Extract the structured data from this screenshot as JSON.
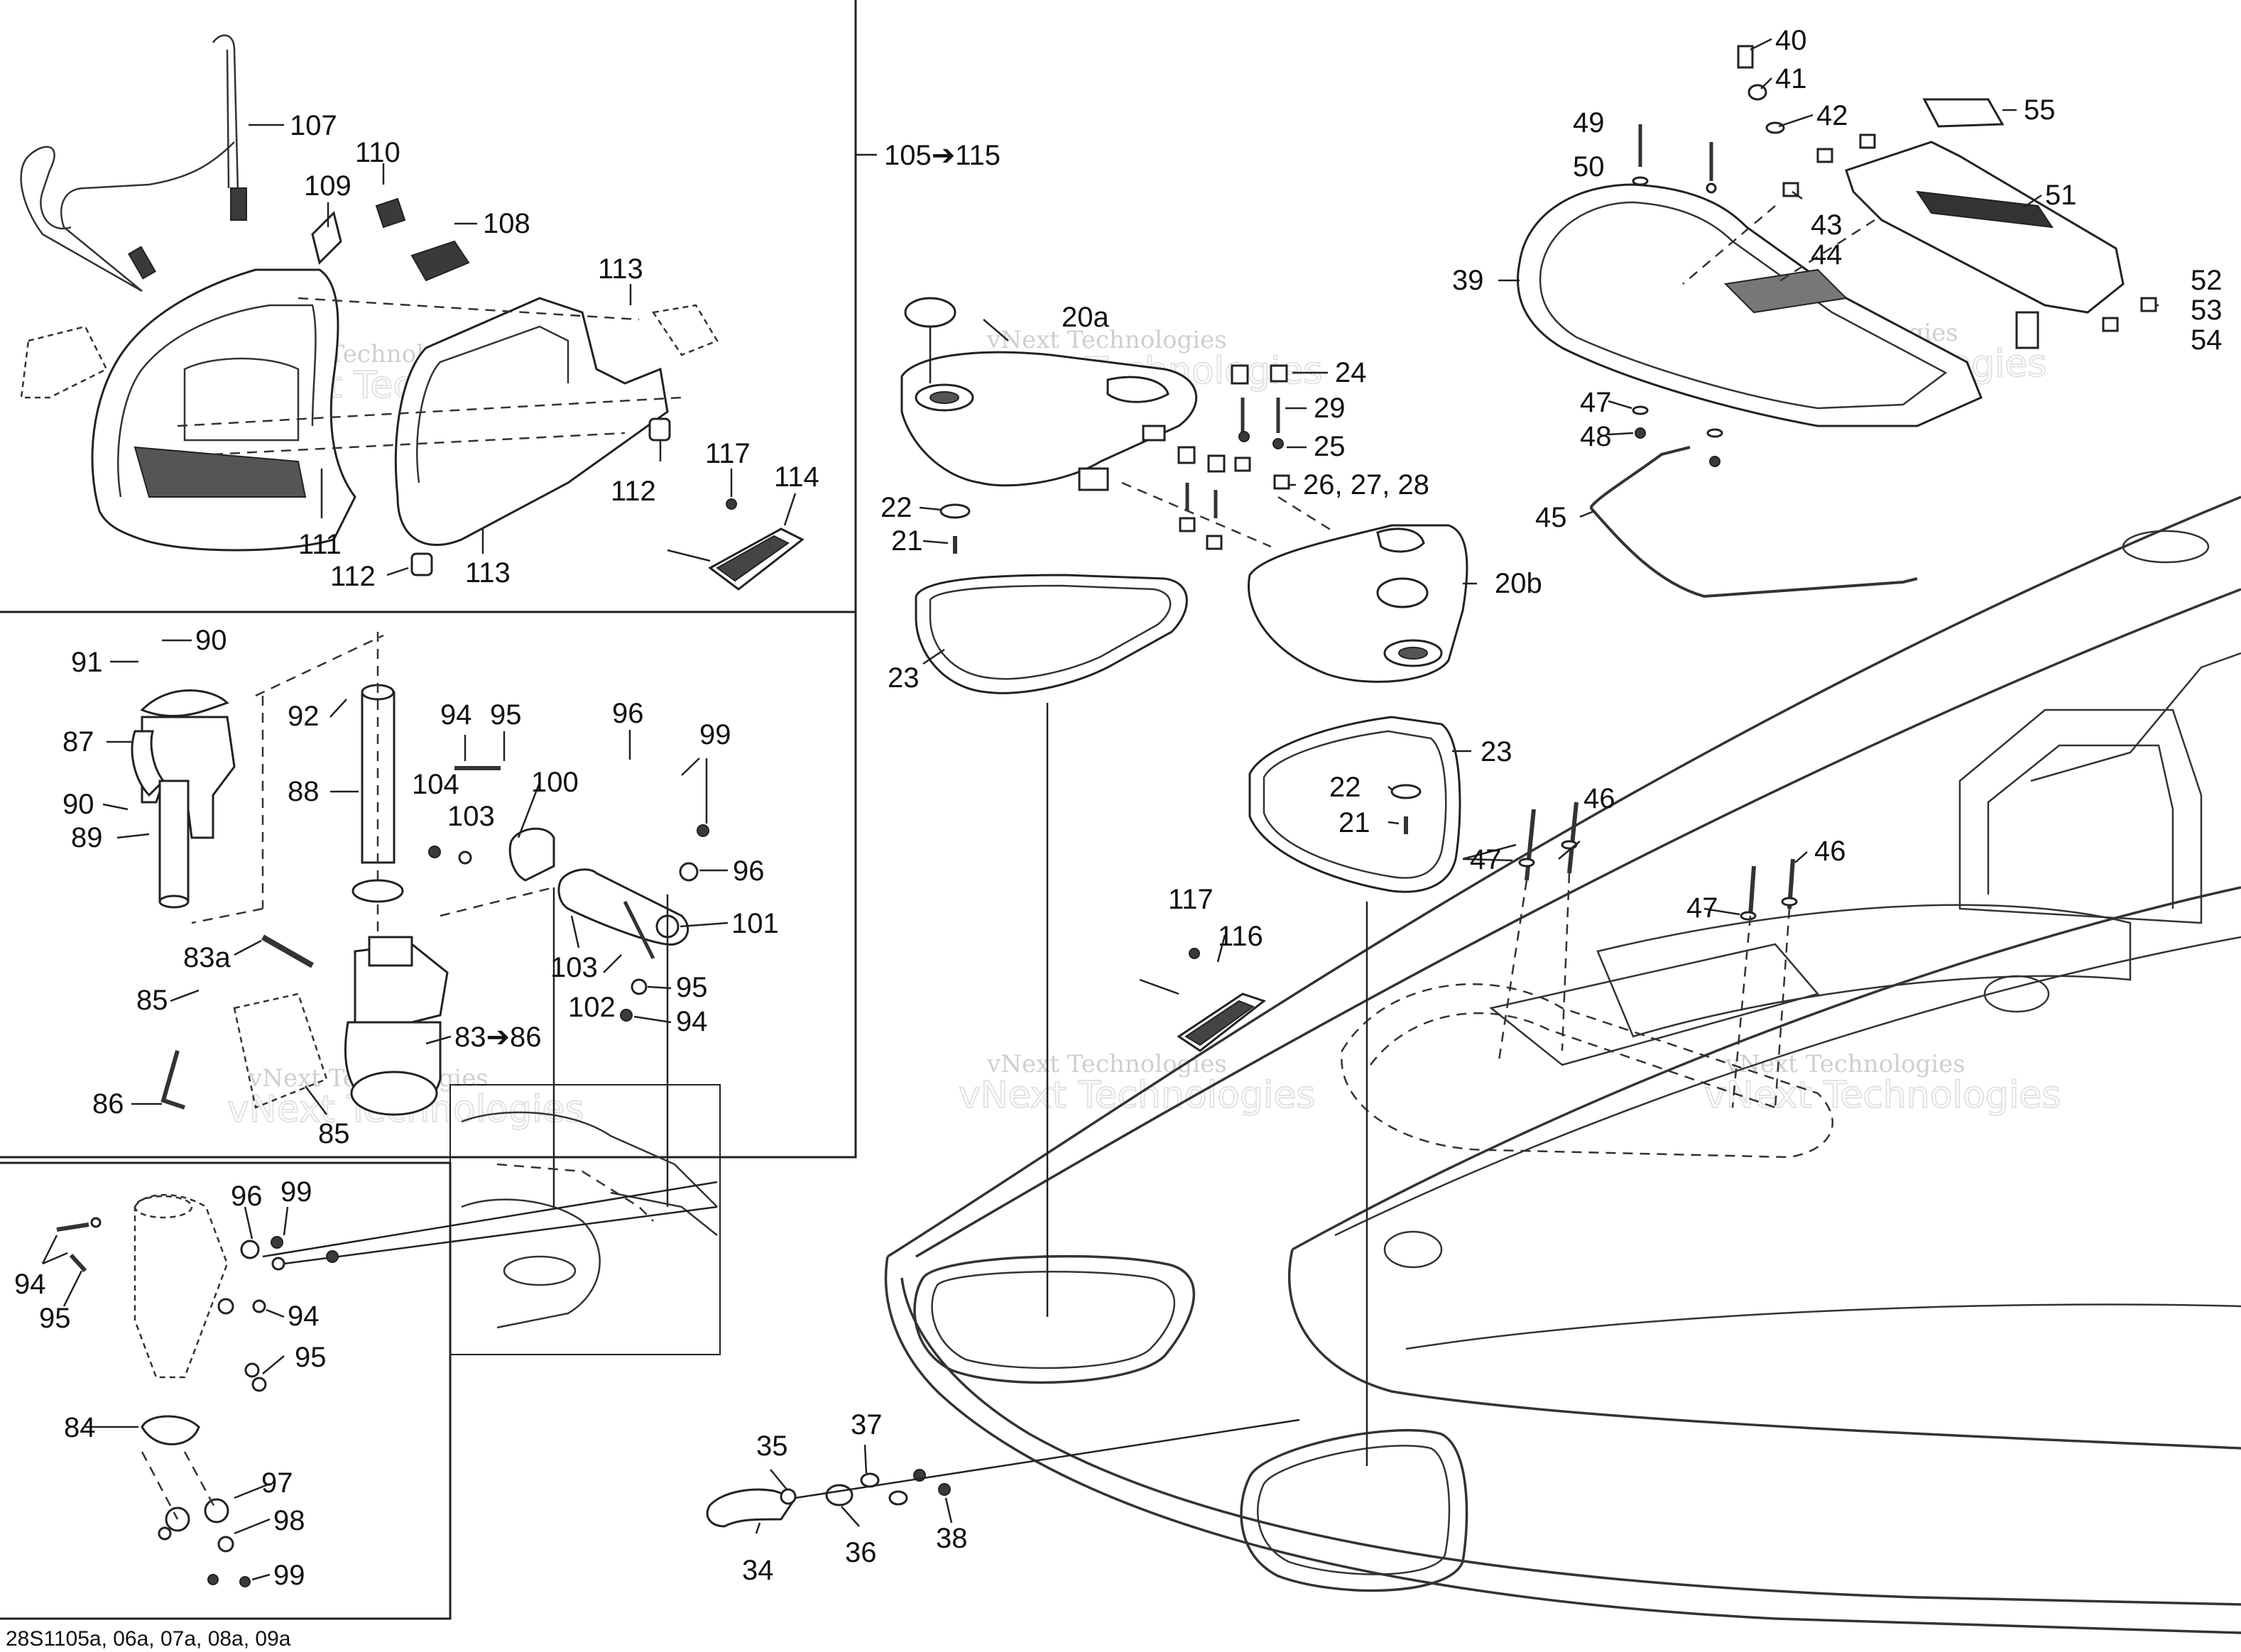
{
  "diagram": {
    "footer_code": "28S1105a, 06a, 07a, 08a, 09a",
    "watermark_text": "vNext Technologies",
    "colors": {
      "line": "#222222",
      "background": "#ffffff",
      "watermark": "#b0b0b0"
    },
    "callouts": {
      "c107": "107",
      "c110": "110",
      "c109": "109",
      "c108": "108",
      "c113a": "113",
      "c111": "111",
      "c112a": "112",
      "c112b": "112",
      "c113b": "113",
      "c117a": "117",
      "c114": "114",
      "c105": "105➔115",
      "c90a": "90",
      "c91": "91",
      "c87": "87",
      "c90b": "90",
      "c89": "89",
      "c92": "92",
      "c88": "88",
      "c94a": "94",
      "c95a": "95",
      "c104": "104",
      "c103a": "103",
      "c100": "100",
      "c96a": "96",
      "c99a": "99",
      "c96b": "96",
      "c101": "101",
      "c83a": "83a",
      "c103b": "103",
      "c95b": "95",
      "c102": "102",
      "c94b": "94",
      "c85a": "85",
      "c83": "83➔86",
      "c86": "86",
      "c85b": "85",
      "c96c": "96",
      "c99b": "99",
      "c94c": "94",
      "c95c": "95",
      "c94d": "94",
      "c95d": "95",
      "c84": "84",
      "c97": "97",
      "c98": "98",
      "c99c": "99",
      "c20a": "20a",
      "c22a": "22",
      "c21a": "21",
      "c23a": "23",
      "c24": "24",
      "c29": "29",
      "c25": "25",
      "c26": "26, 27, 28",
      "c20b": "20b",
      "c23b": "23",
      "c22b": "22",
      "c21b": "21",
      "c117b": "117",
      "c116": "116",
      "c47a": "47",
      "c46a": "46",
      "c46b": "46",
      "c47b": "47",
      "c35": "35",
      "c37": "37",
      "c34": "34",
      "c36": "36",
      "c38": "38",
      "c40": "40",
      "c41": "41",
      "c49": "49",
      "c42": "42",
      "c55": "55",
      "c50": "50",
      "c51": "51",
      "c43": "43",
      "c44": "44",
      "c39": "39",
      "c52": "52",
      "c53": "53",
      "c54": "54",
      "c47c": "47",
      "c48": "48",
      "c45": "45"
    }
  }
}
